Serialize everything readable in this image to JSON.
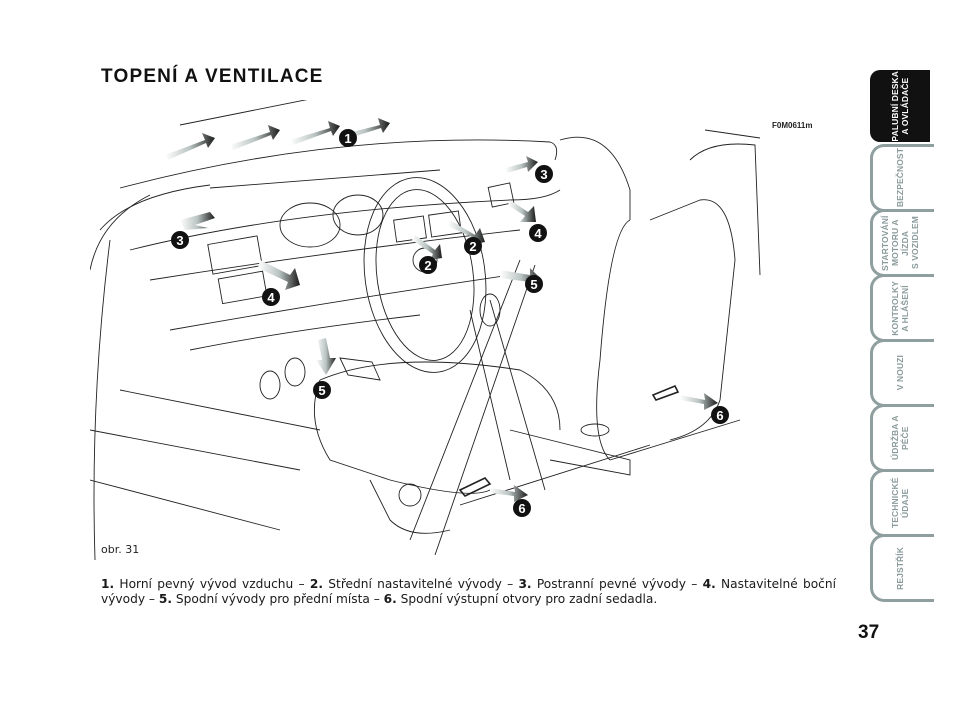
{
  "page": {
    "title": "TOPENÍ A VENTILACE",
    "page_number": "37"
  },
  "figure": {
    "code": "F0M0611m",
    "label": "obr. 31",
    "callouts": [
      "1",
      "2",
      "2",
      "3",
      "3",
      "4",
      "4",
      "5",
      "5",
      "6",
      "6"
    ]
  },
  "caption": {
    "items": [
      {
        "num": "1.",
        "text": " Horní pevný vývod vzduchu – "
      },
      {
        "num": "2.",
        "text": " Střední nastavitelné vývody – "
      },
      {
        "num": "3.",
        "text": " Postranní pevné vývody – "
      },
      {
        "num": "4.",
        "text": " Nastavitelné boční vývody – "
      },
      {
        "num": "5.",
        "text": " Spodní vývody pro přední místa – "
      },
      {
        "num": "6.",
        "text": " Spodní výstupní otvory pro zadní sedadla."
      }
    ]
  },
  "side_tabs": [
    {
      "label": "PALUBNÍ DESKA\nA OVLÁDAČE",
      "active": true
    },
    {
      "label": "BEZPEČNOST",
      "active": false
    },
    {
      "label": "STARTOVÁNÍ\nMOTORU A JÍZDA\nS VOZIDLEM",
      "active": false
    },
    {
      "label": "KONTROLKY\nA HLÁŠENÍ",
      "active": false
    },
    {
      "label": "V NOUZI",
      "active": false
    },
    {
      "label": "ÚDRŽBA A PÉČE",
      "active": false
    },
    {
      "label": "TECHNICKÉ ÚDAJE",
      "active": false
    },
    {
      "label": "REJSTŘÍK",
      "active": false
    }
  ],
  "colors": {
    "tab_active_bg": "#111111",
    "tab_inactive_text": "#8a9a9a",
    "tab_frame": "#8f9e9e"
  }
}
